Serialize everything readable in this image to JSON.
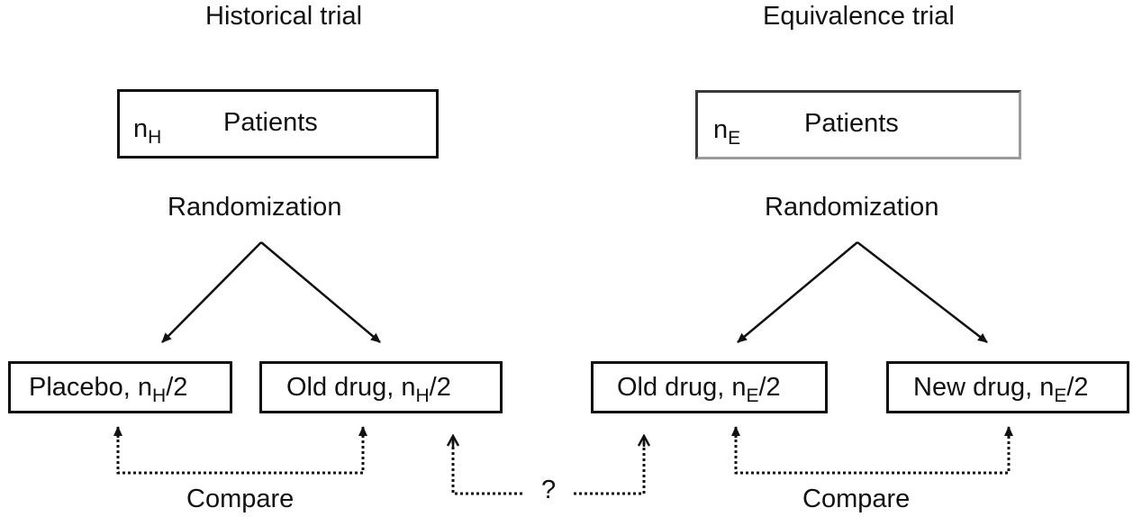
{
  "historical": {
    "title": "Historical trial",
    "patients": {
      "n": "n",
      "sub": "H",
      "label": "Patients"
    },
    "randomization": "Randomization",
    "arms": [
      {
        "name": "Placebo, n",
        "sub": "H",
        "tail": "/2"
      },
      {
        "name": "Old drug, n",
        "sub": "H",
        "tail": "/2"
      }
    ],
    "compare": "Compare"
  },
  "equivalence": {
    "title": "Equivalence trial",
    "patients": {
      "n": "n",
      "sub": "E",
      "label": "Patients"
    },
    "randomization": "Randomization",
    "arms": [
      {
        "name": "Old drug, n",
        "sub": "E",
        "tail": "/2"
      },
      {
        "name": "New drug, n",
        "sub": "E",
        "tail": "/2"
      }
    ],
    "compare": "Compare"
  },
  "cross_compare": "?"
}
